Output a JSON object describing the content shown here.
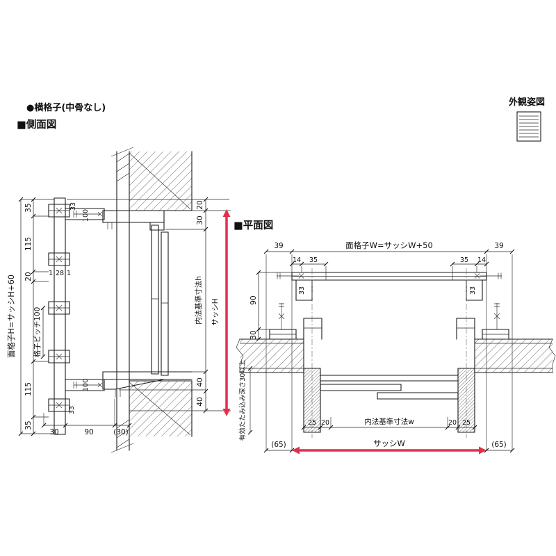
{
  "colors": {
    "line": "#1a1a1a",
    "accent": "#e0314b"
  },
  "labels": {
    "lattice_type": "●横格子(中骨なし)",
    "side_view": "■側面図",
    "plan_view": "■平面図",
    "appearance": "外観姿図"
  },
  "side": {
    "h_formula": "面格子H=サッシH+60",
    "pitch": "格子ピッチ100",
    "d35t": "35",
    "d115t": "115",
    "d20l": "20",
    "d1a": "1",
    "d28": "28",
    "d1b": "1",
    "d33t": "33",
    "d100t": "100",
    "d115b": "115",
    "d35b": "35",
    "d30b": "30",
    "d33b": "33",
    "d90b": "90",
    "d30p": "(30)",
    "d100b": "100",
    "d20r": "20",
    "d30r": "30",
    "inner_h": "内法基準寸法h",
    "sash_h": "サッシH",
    "d40a": "40",
    "d40b": "40"
  },
  "plan": {
    "w_formula": "面格子W=サッシW+50",
    "d39l": "39",
    "d39r": "39",
    "d14l": "14",
    "d35l": "35",
    "d35r": "35",
    "d14r": "14",
    "d33l": "33",
    "d33r": "33",
    "d90": "90",
    "d30": "30",
    "depth_note": "有効たたみ込み深さ30以上",
    "d25l": "25",
    "d20l": "20",
    "inner_w": "内法基準寸法w",
    "d20r": "20",
    "d25r": "25",
    "d65l": "(65)",
    "sash_w": "サッシW",
    "d65r": "(65)"
  }
}
